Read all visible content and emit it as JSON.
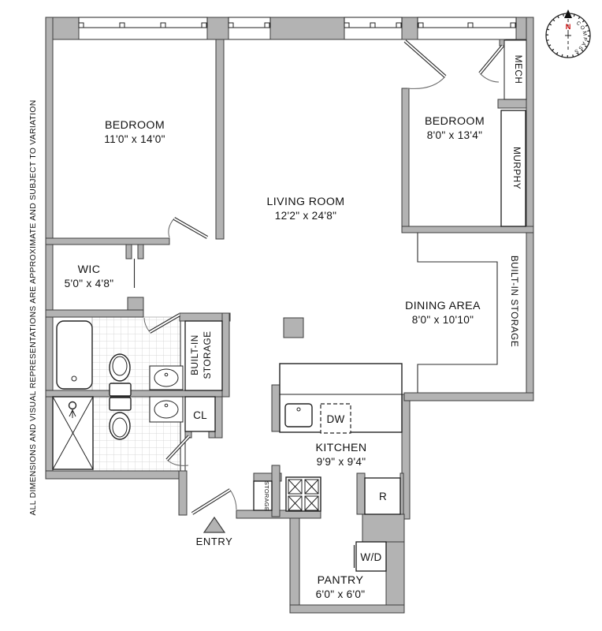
{
  "disclaimer": "ALL DIMENSIONS AND VISUAL REPRESENTATIONS ARE APPROXIMATE AND SUBJECT TO VARIATION",
  "compass": {
    "north": "N",
    "label": "COMPASS"
  },
  "rooms": {
    "bedroom_left": {
      "name": "BEDROOM",
      "dims": "11'0\" x 14'0\""
    },
    "bedroom_right": {
      "name": "BEDROOM",
      "dims": "8'0\" x 13'4\""
    },
    "living_room": {
      "name": "LIVING ROOM",
      "dims": "12'2\" x 24'8\""
    },
    "wic": {
      "name": "WIC",
      "dims": "5'0\" x 4'8\""
    },
    "dining_area": {
      "name": "DINING AREA",
      "dims": "8'0\" x 10'10\""
    },
    "kitchen": {
      "name": "KITCHEN",
      "dims": "9'9\" x 9'4\""
    },
    "pantry": {
      "name": "PANTRY",
      "dims": "6'0\" x 6'0\""
    }
  },
  "labels": {
    "mech": "MECH",
    "murphy": "MURPHY",
    "built_in_storage_right": "BUILT-IN STORAGE",
    "built_in_storage_left_line1": "BUILT-IN",
    "built_in_storage_left_line2": "STORAGE",
    "closet": "CL",
    "storage_small": "STORAGE",
    "dishwasher": "DW",
    "refrigerator": "R",
    "washer_dryer": "W/D",
    "entry": "ENTRY"
  },
  "colors": {
    "wall": "#b3b3b3",
    "line": "#2b2b2b",
    "tile": "#d9d9d9",
    "north_red": "#cc1111",
    "background": "#ffffff"
  }
}
